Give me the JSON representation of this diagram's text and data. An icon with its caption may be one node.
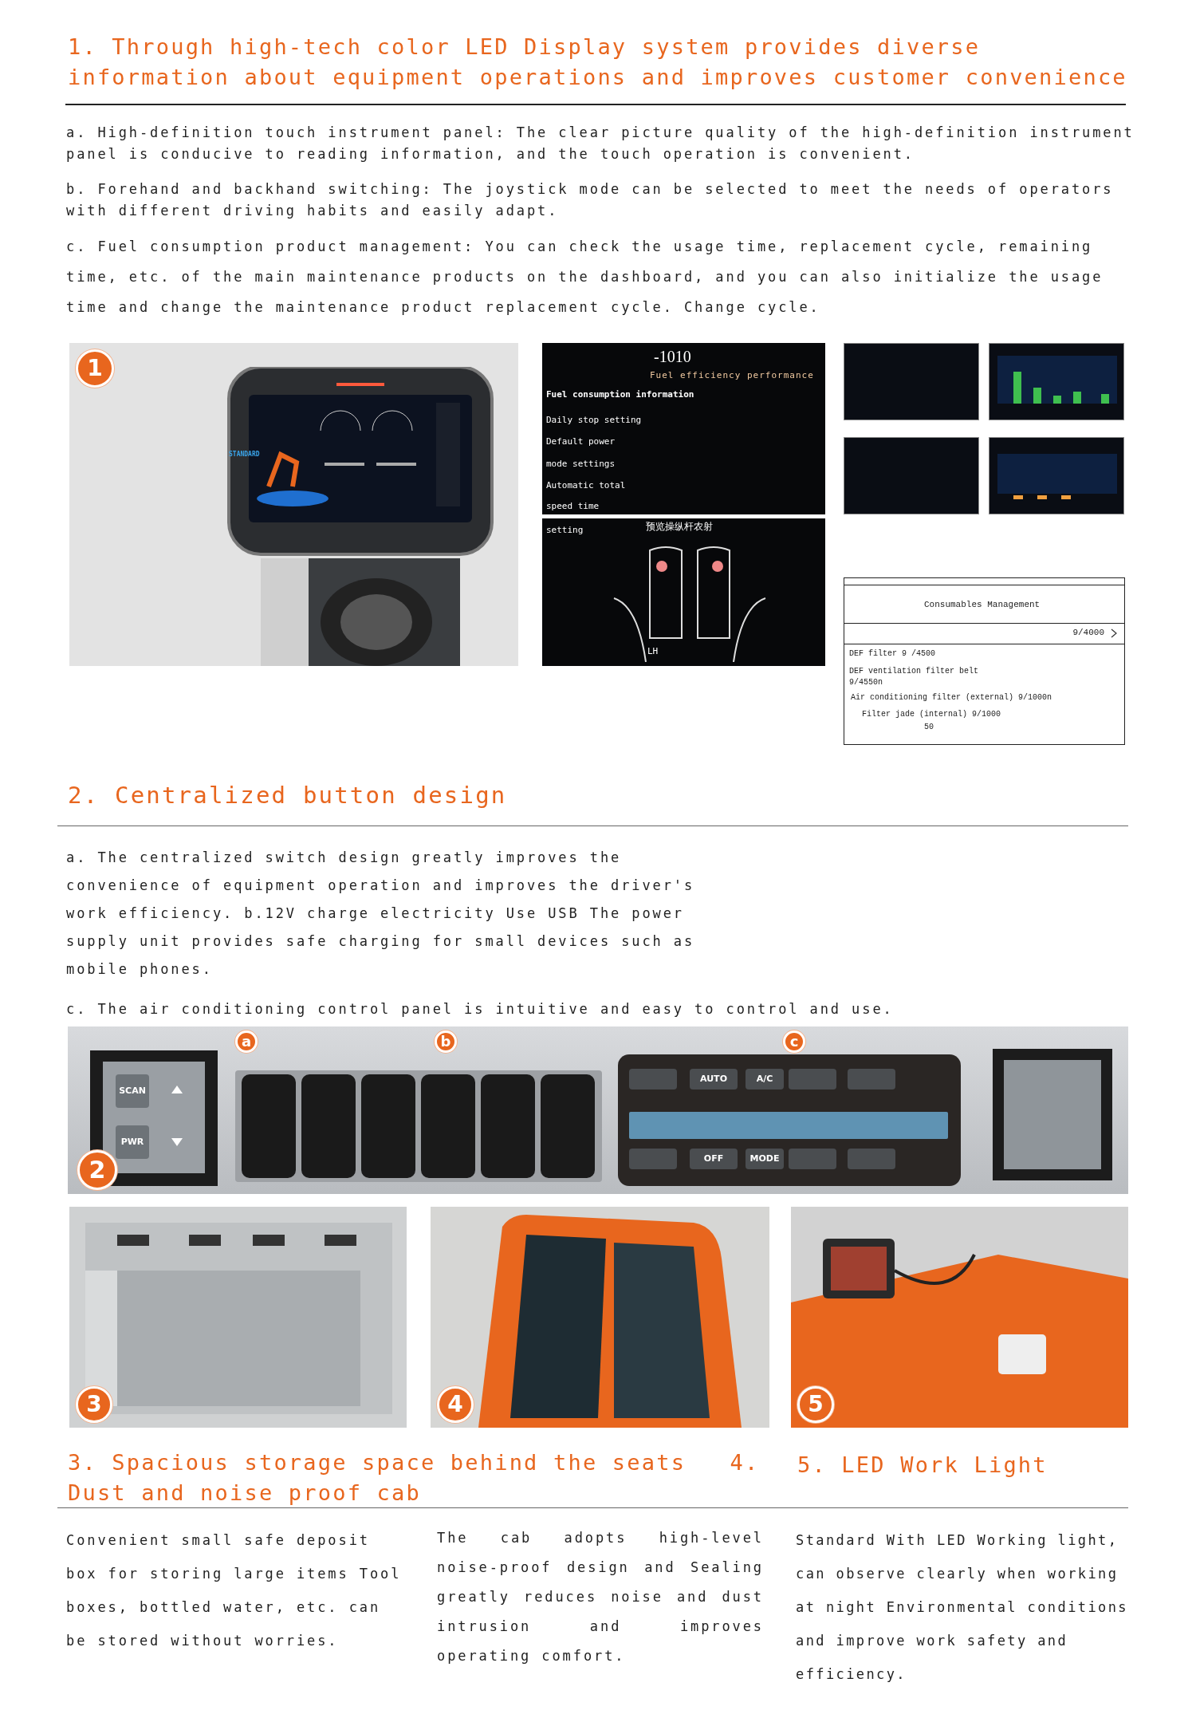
{
  "diagram": {
    "labels": [
      "1. Through high-tech color LED Display system provides diverse information about equipment operations and improves customer convenience",
      "a. High-definition touch instrument panel: The clear picture quality of the high-definition instrument panel is conducive to reading information, and the touch operation is convenient.",
      "b. Forehand and backhand switching: The joystick mode can be selected to meet the needs of operators with different driving habits and easily adapt.",
      "c. Fuel consumption product management: You can check the usage time, replacement cycle, remaining time, etc. of the main maintenance products on the dashboard, and you can also initialize the usage time and change the maintenance product replacement cycle. Change cycle.",
      "1",
      "STANDARD",
      "-1010",
      "Fuel efficiency performance",
      "Fuel consumption information",
      "Daily stop setting",
      "Default power",
      "mode settings",
      "Automatic total",
      "speed time",
      "setting",
      "预览操纵杆农射",
      "LH",
      "Consumables Management",
      "9/4000",
      "DEF filter 9 /4500",
      "DEF ventilation filter belt 9/4550n",
      "Air conditioning filter (external) 9/1000n",
      "Filter jade (internal) 9/1000",
      "50",
      "2. Centralized button design",
      "a. The centralized switch design greatly improves the convenience of equipment operation and improves the driver's work efficiency. b.12V charge electricity Use USB The power supply unit provides safe charging for small devices such as mobile phones.",
      "c. The air conditioning control panel is intuitive and easy to control and use.",
      "a",
      "b",
      "c",
      "SCAN",
      "PWR",
      "2",
      "AUTO",
      "A/C",
      "OFF",
      "MODE",
      "3",
      "4",
      "5",
      "3. Spacious storage space behind the seats",
      "4. Dust and noise proof cab",
      "5. LED Work Light",
      "Convenient small safe deposit box for storing large items Tool boxes, bottled water, etc. can be stored without worries.",
      "The cab adopts high-level noise-proof design and Sealing greatly reduces noise and dust intrusion and improves operating comfort.",
      "Standard With LED Working light, can observe clearly when working at night Environmental conditions and improve work safety and efficiency."
    ]
  }
}
